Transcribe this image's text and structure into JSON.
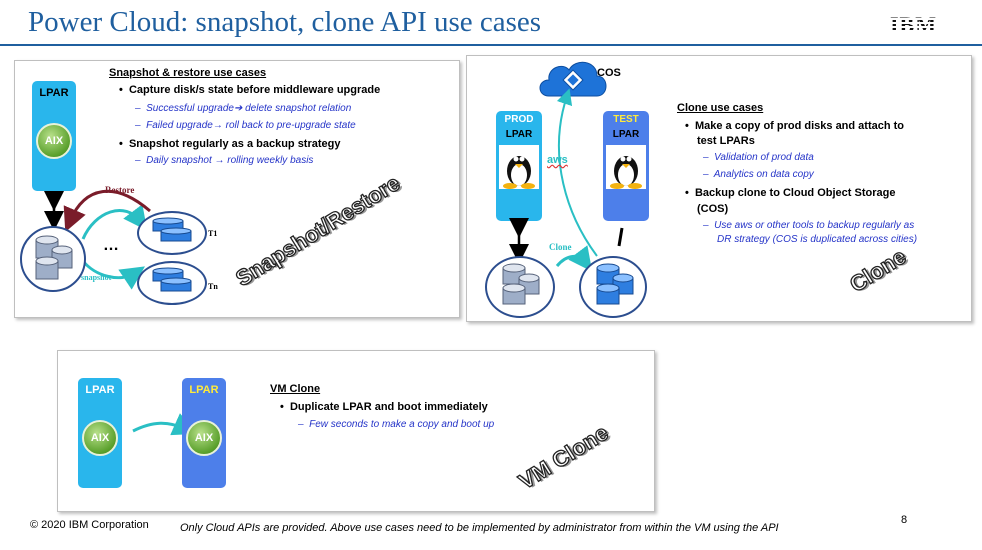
{
  "header": {
    "title": "Power Cloud: snapshot, clone API use cases",
    "logo": "IBM"
  },
  "snapshot": {
    "lpar_label": "LPAR",
    "aix_label": "AIX",
    "heading": "Snapshot & restore use cases",
    "bullet1": "Capture disk/s state before middleware upgrade",
    "sub1": "Successful upgrade➔ delete snapshot relation",
    "sub2": "Failed upgrade→ roll back to pre-upgrade state",
    "bullet2": "Snapshot regularly as a backup strategy",
    "sub3": "Daily snapshot → rolling weekly basis",
    "restore_label": "Restore",
    "snapshot_label": "snapshot",
    "t1_label": "T1",
    "tn_label": "Tn",
    "ellipsis": "…",
    "big_label": "Snapshot/Restore"
  },
  "clone": {
    "cos_label": "COS",
    "prod_label": "PROD",
    "prod_lpar": "LPAR",
    "test_label": "TEST",
    "test_lpar": "LPAR",
    "aws_label": "aws",
    "clone_arrow_label": "Clone",
    "heading": "Clone use cases",
    "bullet1a": "Make a copy of prod disks and attach to",
    "bullet1b": "test LPARs",
    "sub1": "Validation of prod data",
    "sub2": "Analytics on data copy",
    "bullet2a": "Backup clone to Cloud Object Storage",
    "bullet2b": "(COS)",
    "sub3a": "Use aws or other tools  to backup regularly as",
    "sub3b": "DR strategy (COS is duplicated across cities)",
    "big_label": "Clone"
  },
  "vmclone": {
    "lpar1": "LPAR",
    "lpar2": "LPAR",
    "aix_label": "AIX",
    "heading": "VM Clone",
    "bullet1": "Duplicate LPAR and boot immediately",
    "sub1": "Few seconds to make a copy and boot up",
    "big_label": "VM Clone"
  },
  "footer": {
    "copyright": "© 2020 IBM Corporation",
    "note": "Only Cloud APIs are provided. Above use cases need to be implemented by administrator from within the VM using the API",
    "page": "8"
  },
  "colors": {
    "title": "#1f5f9f",
    "lpar": "#29b6ec",
    "lpar_dark": "#4d7fea",
    "sub_text": "#2534c8",
    "arrow": "#2abfc4"
  }
}
